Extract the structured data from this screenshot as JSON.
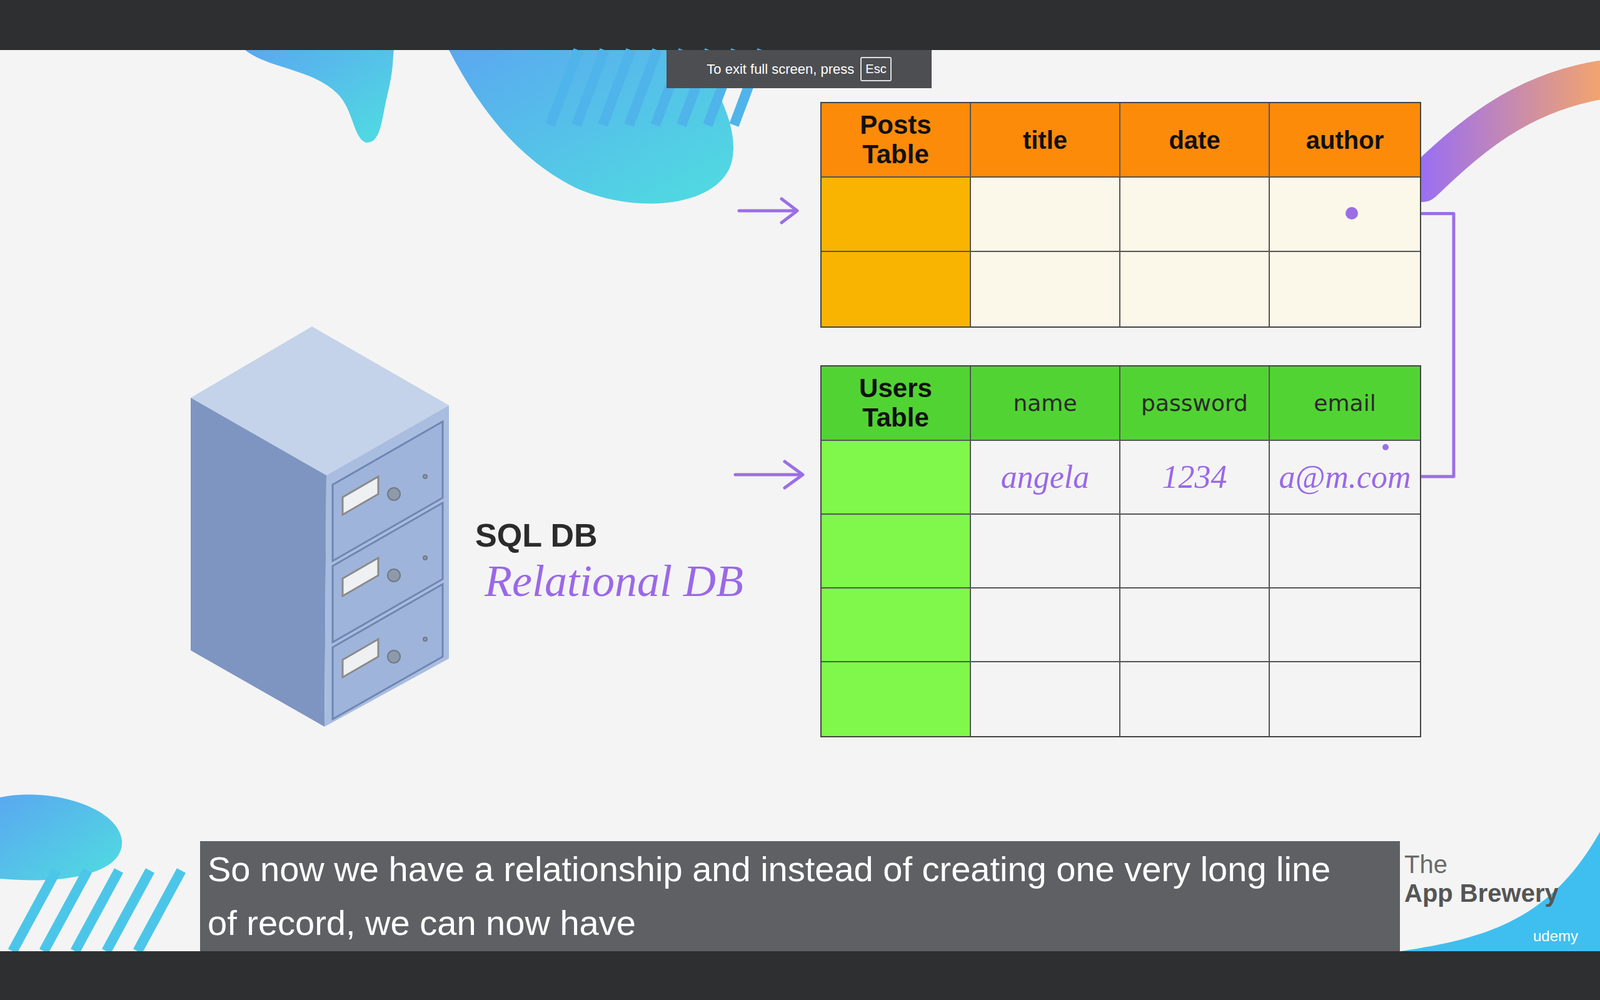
{
  "diagram": {
    "nodes": [
      {
        "text": [
          "Posts Table",
          "title",
          "date",
          "author"
        ]
      },
      {
        "text": [
          "Users Table",
          "name",
          "password",
          "email",
          "angela",
          "1234",
          "a@m.com"
        ]
      }
    ],
    "edges": [
      {
        "from": 0,
        "to": 1,
        "arrow": "none"
      }
    ],
    "labels": [
      "To exit full screen, press",
      "Esc",
      "SQL DB",
      "Relational DB",
      "So now we have a relationship and instead of creating one very long line of record, we can now have",
      "The",
      "App Brewery",
      "udemy"
    ]
  }
}
